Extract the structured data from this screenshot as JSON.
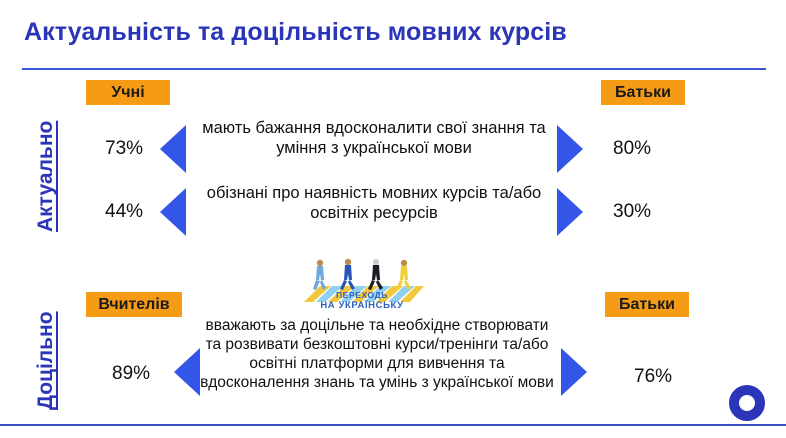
{
  "slide": {
    "title": "Актуальність та доцільність мовних курсів",
    "accent_blue": "#2b35b8",
    "arrow_blue": "#3355e8",
    "badge_orange": "#f59b16",
    "background": "#ffffff"
  },
  "sections": [
    {
      "side_label": "Актуально",
      "left_badge": "Учні",
      "right_badge": "Батьки",
      "rows": [
        {
          "left_value": "73%",
          "right_value": "80%",
          "statement": "мають бажання вдосконалити свої знання та уміння з української мови"
        },
        {
          "left_value": "44%",
          "right_value": "30%",
          "statement": "обізнані про наявність мовних курсів та/або освітніх ресурсів"
        }
      ]
    },
    {
      "side_label": "Доцільно",
      "left_badge": "Вчителів",
      "right_badge": "Батьки",
      "rows": [
        {
          "left_value": "89%",
          "right_value": "76%",
          "statement": "вважають за доцільне та необхідне створювати та розвивати безкоштовні курси/тренінги та/або освітні платформи для вивчення та вдосконалення знань та умінь з української мови"
        }
      ]
    }
  ],
  "logo": {
    "line1": "ПЕРЕХОДЬ",
    "line2": "НА УКРАЇНСЬКУ",
    "text_color": "#2f5fbf"
  },
  "decorations": {
    "ring_color": "#2b35b8"
  }
}
